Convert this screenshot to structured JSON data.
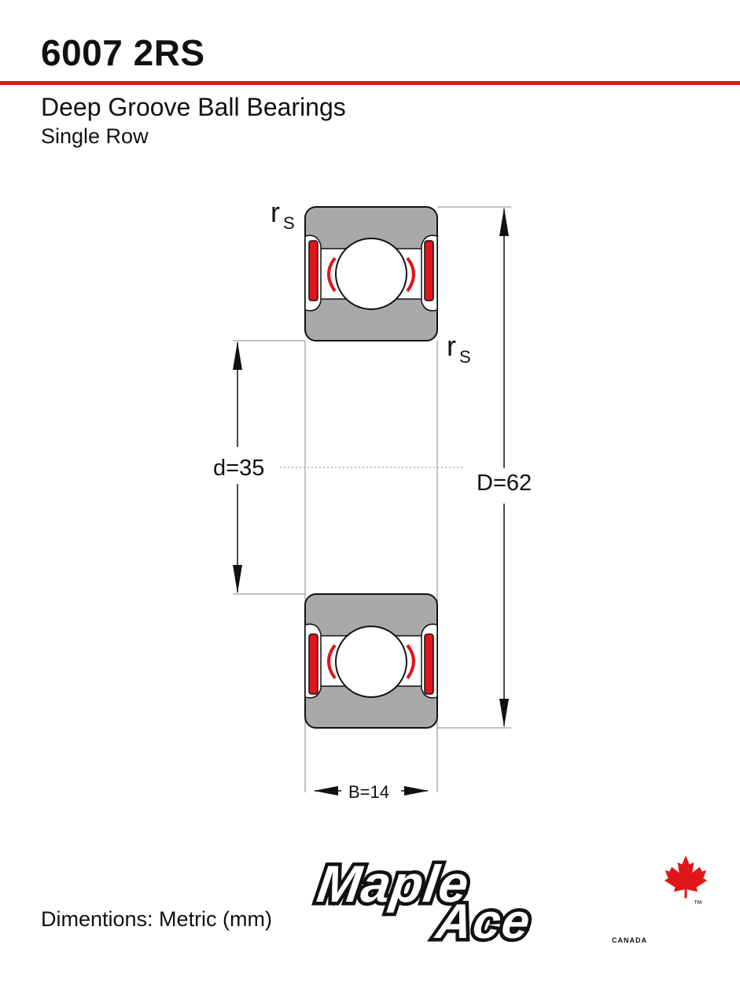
{
  "header": {
    "title": "6007 2RS",
    "subtitle": "Deep Groove Ball Bearings",
    "subsubtitle": "Single Row"
  },
  "dimensions": {
    "rs_main": "r",
    "rs_sub": "S",
    "inner_diameter_label": "d=35",
    "outer_diameter_label": "D=62",
    "width_label": "B=14"
  },
  "footer": {
    "units_note": "Dimentions: Metric (mm)"
  },
  "logo": {
    "line1": "Maple",
    "line2": "Ace",
    "country": "CANADA",
    "trademark": "™",
    "icon": "maple-leaf-icon"
  },
  "colors": {
    "accent_red": "#e0161b",
    "ring_gray": "#a9a9a9",
    "ink": "#111111"
  }
}
